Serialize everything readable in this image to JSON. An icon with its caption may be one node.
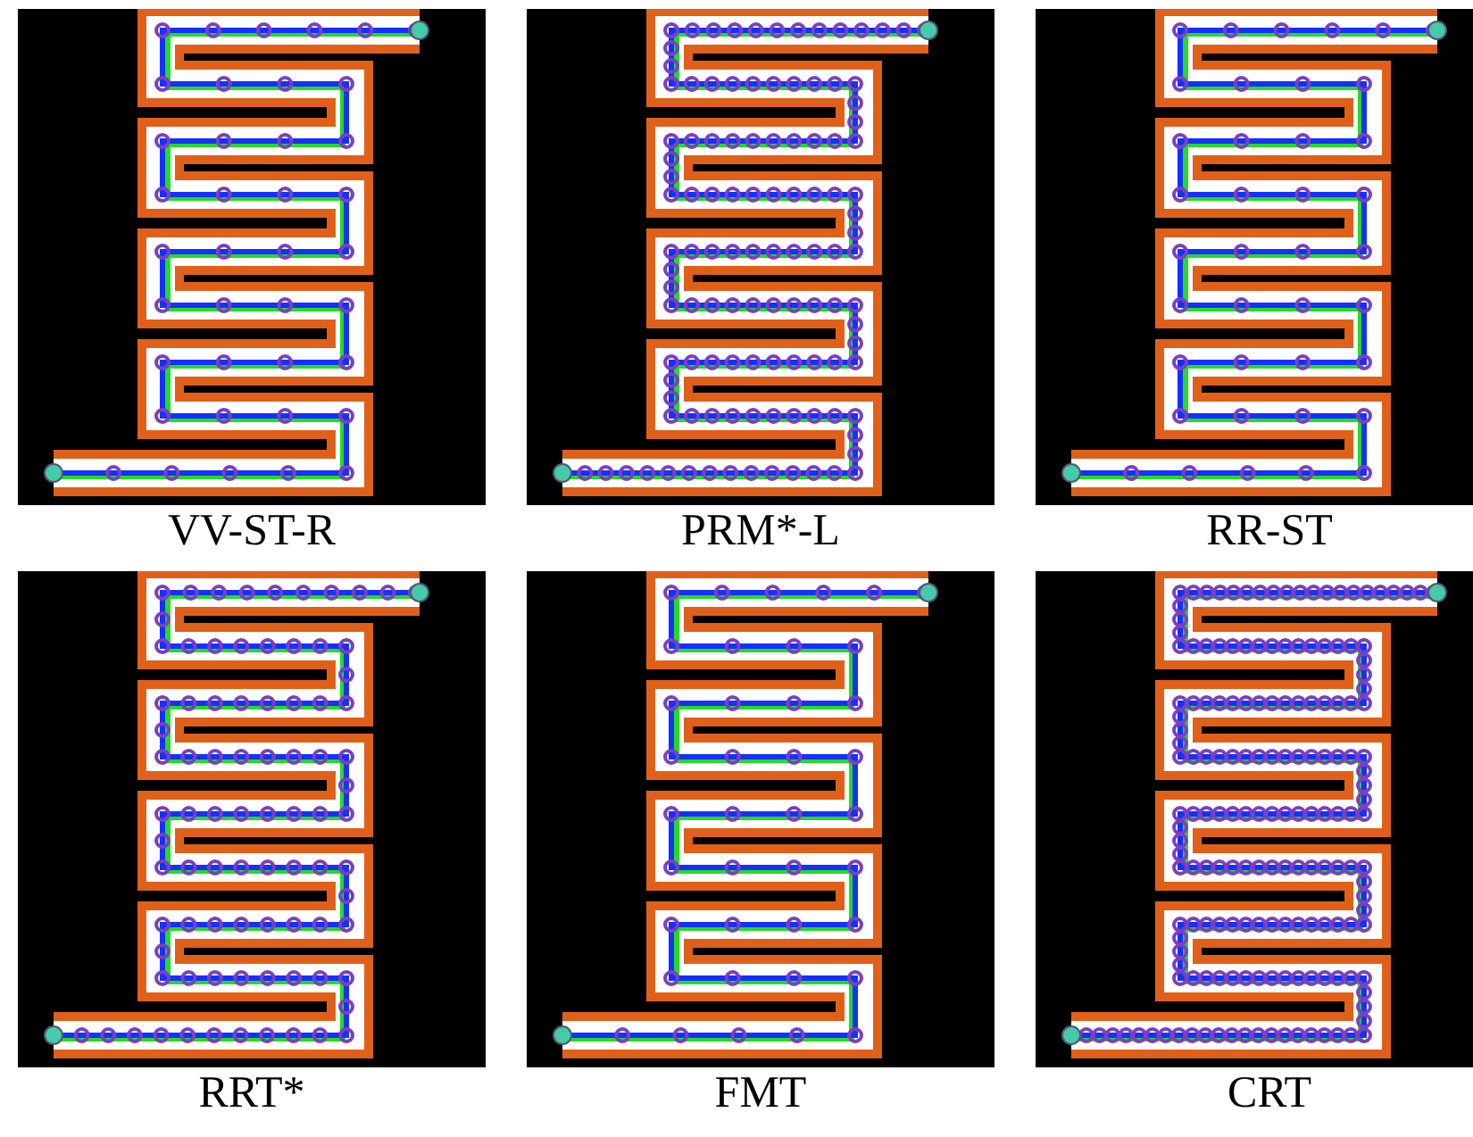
{
  "diagram": {
    "labels": [
      "VV-ST-R",
      "PRM*-L",
      "RR-ST",
      "RRT*",
      "FMT",
      "CRT"
    ]
  }
}
